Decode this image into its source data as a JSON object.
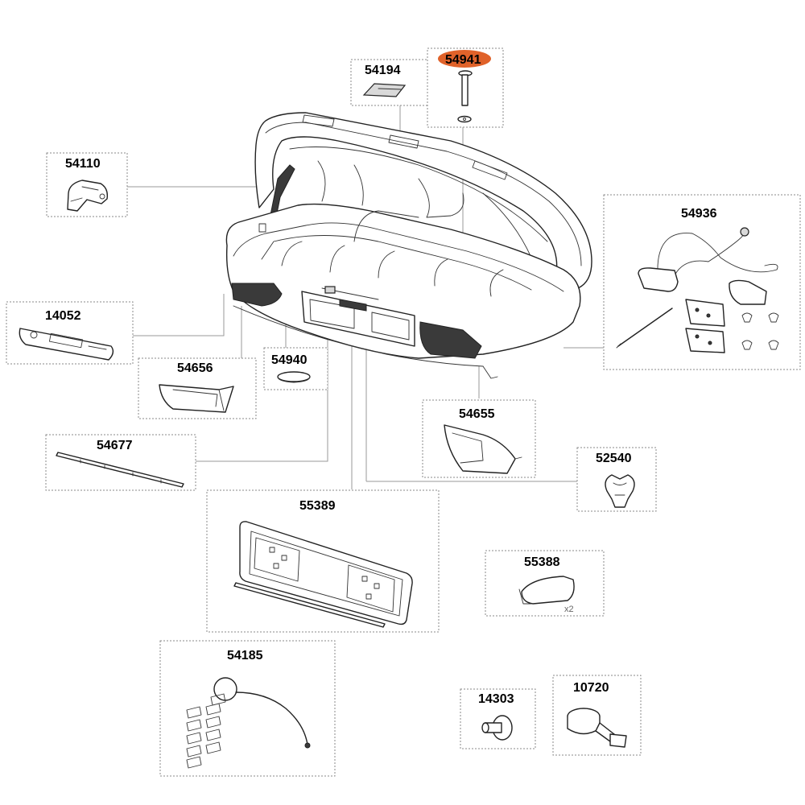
{
  "parts": [
    {
      "id": "54941",
      "label": "54941",
      "highlighted": true
    },
    {
      "id": "54194",
      "label": "54194"
    },
    {
      "id": "54110",
      "label": "54110"
    },
    {
      "id": "54936",
      "label": "54936"
    },
    {
      "id": "14052",
      "label": "14052"
    },
    {
      "id": "54656",
      "label": "54656"
    },
    {
      "id": "54940",
      "label": "54940"
    },
    {
      "id": "54655",
      "label": "54655"
    },
    {
      "id": "54677",
      "label": "54677"
    },
    {
      "id": "52540",
      "label": "52540"
    },
    {
      "id": "55389",
      "label": "55389"
    },
    {
      "id": "55388",
      "label": "55388",
      "quantity": "x2"
    },
    {
      "id": "54185",
      "label": "54185"
    },
    {
      "id": "14303",
      "label": "14303"
    },
    {
      "id": "10720",
      "label": "10720"
    }
  ],
  "colors": {
    "highlight": "#e0622a",
    "box_border": "#8a8a8a",
    "leader": "#9a9a9a"
  },
  "icons": [
    "cargo-box-illustration",
    "bolt-washer-icon",
    "logo-badge-icon",
    "handle-icon",
    "wiring-kit-icon",
    "light-bar-icon",
    "tail-light-icon",
    "cap-icon",
    "reflector-strip-icon",
    "clip-icon",
    "plate-holder-icon",
    "grip-pad-icon",
    "key-lanyard-icon",
    "knob-icon",
    "strap-icon"
  ]
}
